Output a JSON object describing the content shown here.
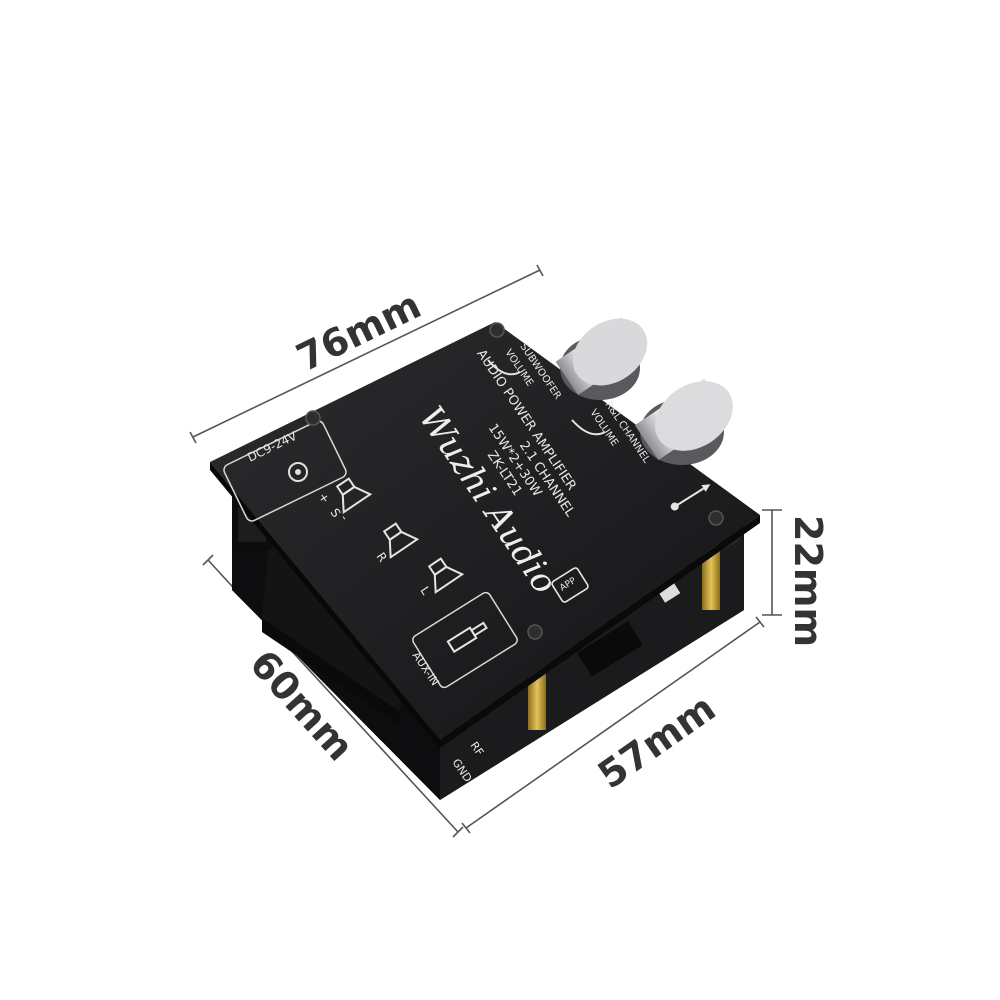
{
  "dimensions": {
    "length": "76mm",
    "width": "60mm",
    "depth": "57mm",
    "height": "22mm"
  },
  "board": {
    "brand_script": "Wuzhi Audio",
    "model": "ZK-LT21",
    "power": "15W*2+30W",
    "line1": "2.1 CHANNEL",
    "line2": "AUDIO POWER AMPLIFIER",
    "power_input": "DC9-24V",
    "aux_label": "AUX-IN",
    "vol_sub_line1": "VOLUME",
    "vol_sub_line2": "SUBWOOFER",
    "vol_rl_line1": "VOLUME",
    "vol_rl_line2": "R&L CHANNEL",
    "term_s": "S",
    "term_r": "R",
    "term_l": "L",
    "plus": "+",
    "minus": "-",
    "app_label": "APP",
    "rf_label": "RF",
    "gnd_label": "GND"
  },
  "colors": {
    "board": "#1c1c1e",
    "board_top": "#2a2a2c",
    "knob": "#c9c9cc",
    "brass": "#c9a437",
    "dim_line": "#555555"
  }
}
